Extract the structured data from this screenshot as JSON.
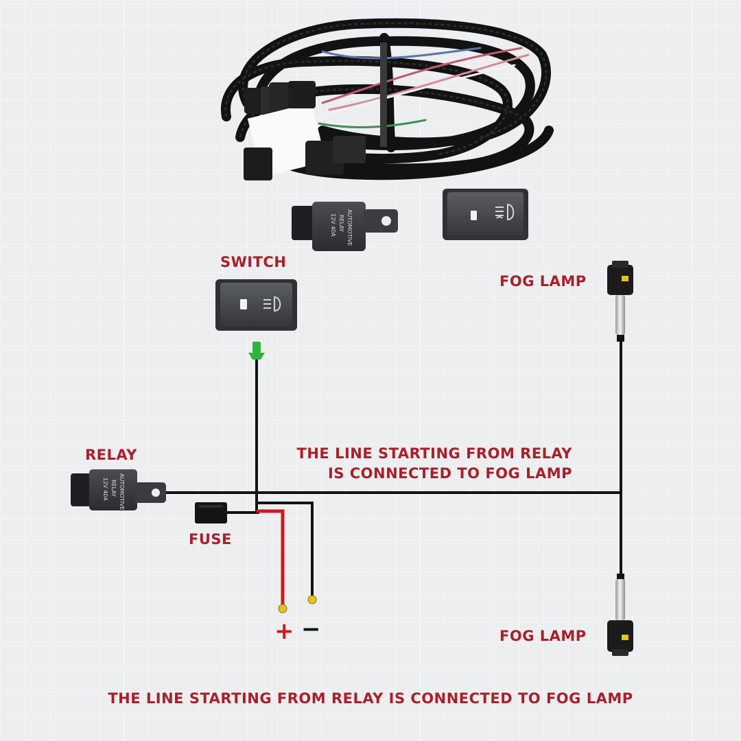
{
  "labels": {
    "switch": "SWITCH",
    "relay": "RELAY",
    "fuse": "FUSE",
    "fog_lamp_top": "FOG LAMP",
    "fog_lamp_bottom": "FOG LAMP",
    "plus": "+",
    "minus": "−"
  },
  "notes": {
    "middle_line1": "THE LINE STARTING FROM RELAY",
    "middle_line2": "IS CONNECTED TO FOG LAMP",
    "bottom": "THE LINE STARTING FROM RELAY IS CONNECTED TO FOG LAMP"
  },
  "relay_markings": [
    "AUTOMOTIVE",
    "RELAY",
    "12V 40A"
  ],
  "colors": {
    "label_red": "#a8202a",
    "wire_black": "#121212",
    "wire_red": "#d0181c",
    "switch_tip_green": "#2db53a",
    "terminal_yellow": "#e8c21e",
    "switch_led_white": "#f2f2f2"
  },
  "icons": [
    "fog-light-icon"
  ]
}
